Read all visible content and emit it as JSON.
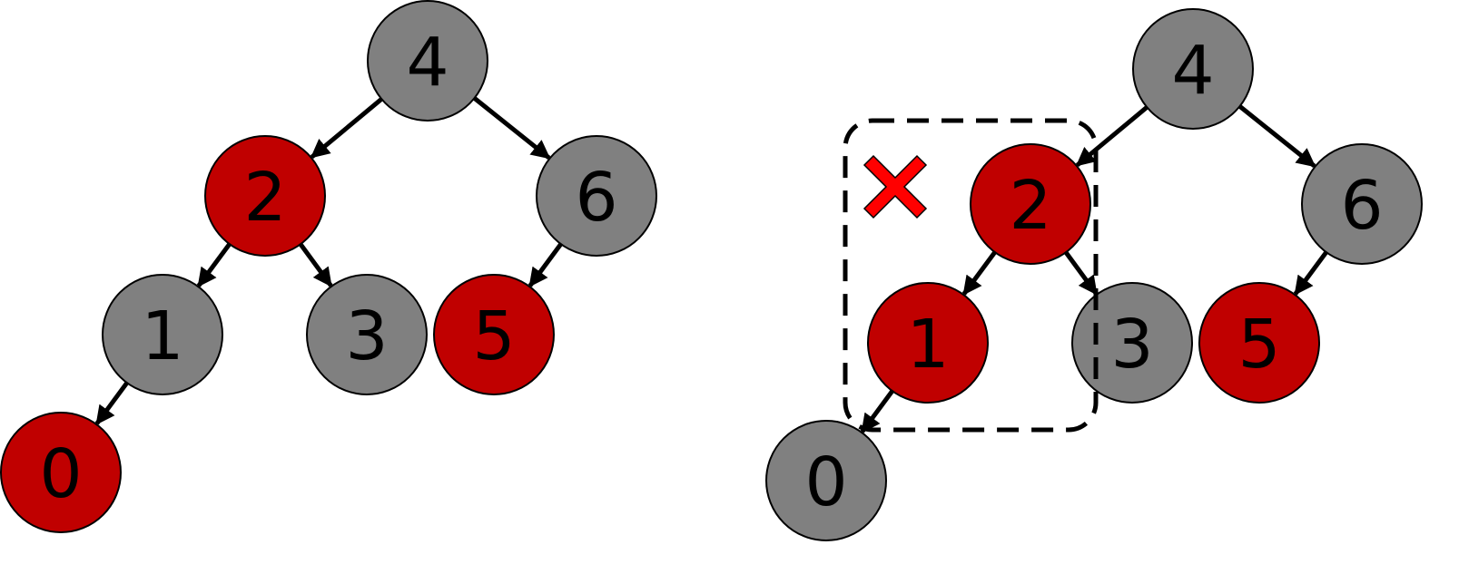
{
  "colors": {
    "red_node": "#c00000",
    "gray_node": "#808080",
    "outline": "#000000",
    "edge": "#000000",
    "x_mark": "#ff0000"
  },
  "trees": [
    {
      "nodes": [
        {
          "id": "n4",
          "label": "4",
          "color": "gray"
        },
        {
          "id": "n2",
          "label": "2",
          "color": "red"
        },
        {
          "id": "n6",
          "label": "6",
          "color": "gray"
        },
        {
          "id": "n1",
          "label": "1",
          "color": "gray"
        },
        {
          "id": "n3",
          "label": "3",
          "color": "gray"
        },
        {
          "id": "n5",
          "label": "5",
          "color": "red"
        },
        {
          "id": "n0",
          "label": "0",
          "color": "red"
        }
      ],
      "edges": [
        [
          "n4",
          "n2"
        ],
        [
          "n4",
          "n6"
        ],
        [
          "n2",
          "n1"
        ],
        [
          "n2",
          "n3"
        ],
        [
          "n6",
          "n5"
        ],
        [
          "n1",
          "n0"
        ]
      ]
    },
    {
      "nodes": [
        {
          "id": "n4",
          "label": "4",
          "color": "gray"
        },
        {
          "id": "n2",
          "label": "2",
          "color": "red"
        },
        {
          "id": "n6",
          "label": "6",
          "color": "gray"
        },
        {
          "id": "n1",
          "label": "1",
          "color": "red"
        },
        {
          "id": "n3",
          "label": "3",
          "color": "gray"
        },
        {
          "id": "n5",
          "label": "5",
          "color": "red"
        },
        {
          "id": "n0",
          "label": "0",
          "color": "gray"
        }
      ],
      "edges": [
        [
          "n4",
          "n2"
        ],
        [
          "n4",
          "n6"
        ],
        [
          "n2",
          "n1"
        ],
        [
          "n2",
          "n3"
        ],
        [
          "n6",
          "n5"
        ],
        [
          "n1",
          "n0"
        ]
      ],
      "violation_marker": "x-mark-icon"
    }
  ]
}
